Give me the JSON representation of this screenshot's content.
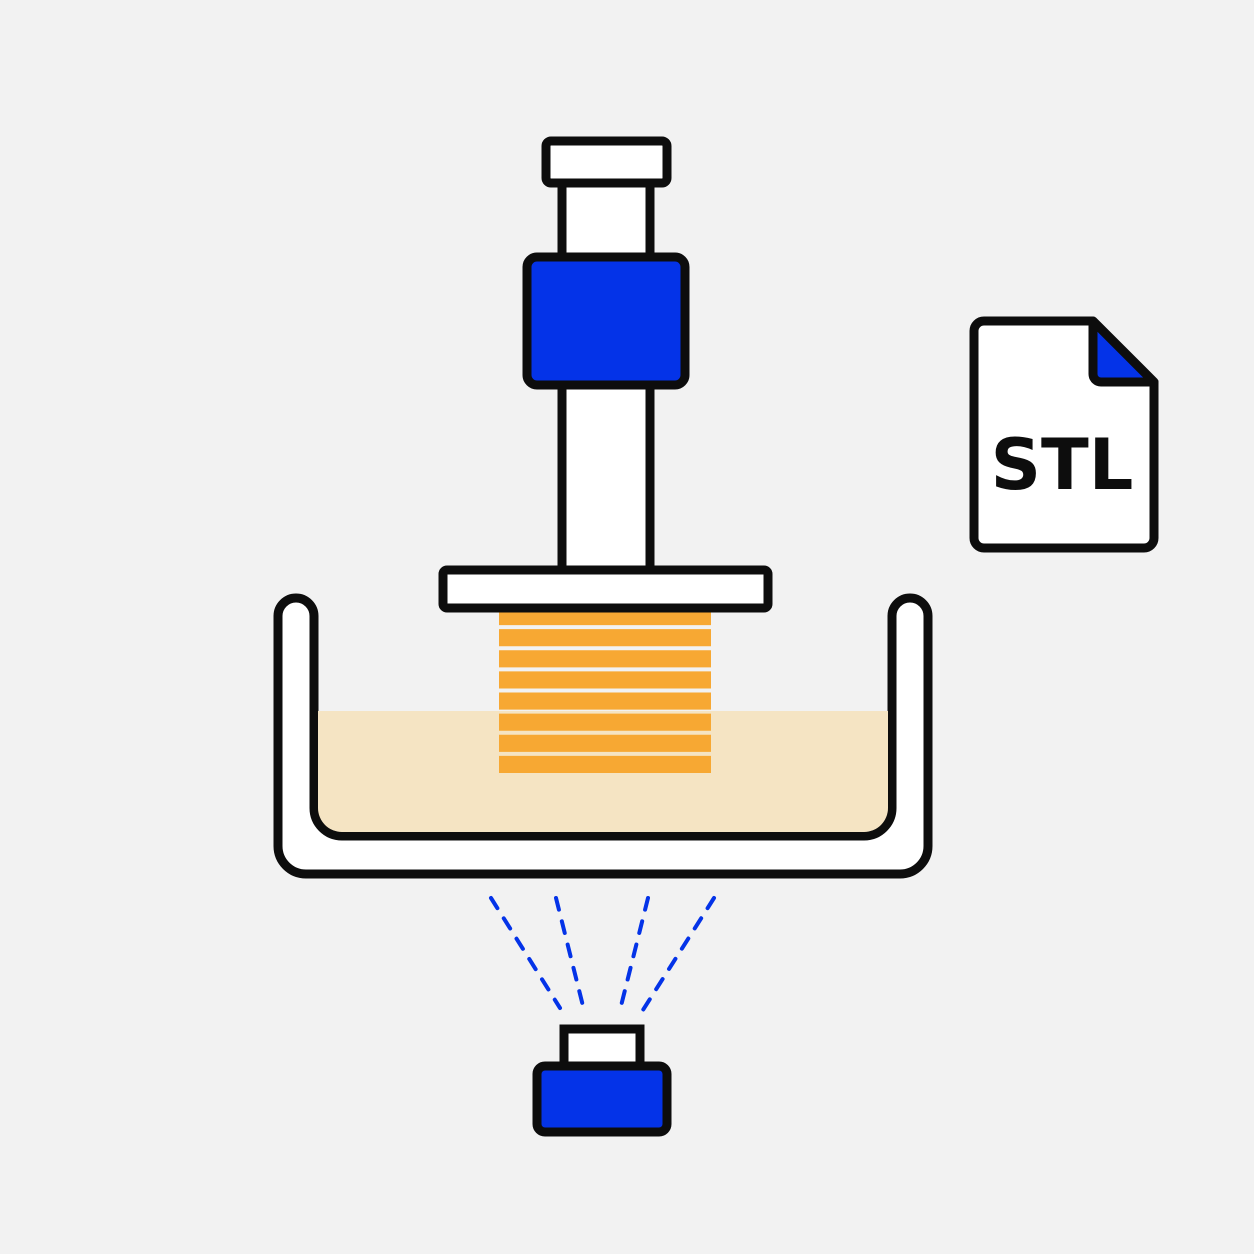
{
  "colors": {
    "background": "#f2f2f2",
    "outline": "#0d0d0d",
    "blue": "#0433e8",
    "white": "#ffffff",
    "resin": "#f5e4c3",
    "layer": "#f7a833"
  },
  "diagram": {
    "printed_layer_count": 8,
    "light_beam_count": 4
  },
  "icons": {
    "z_axis_motor": "motor-block-icon",
    "light_source": "uv-projector-icon",
    "file": "stl-file-icon"
  },
  "file": {
    "label": "STL"
  }
}
